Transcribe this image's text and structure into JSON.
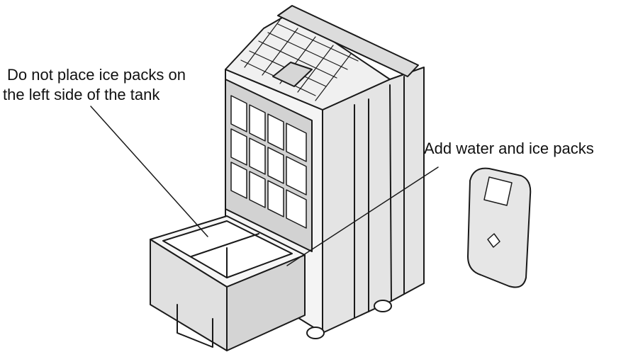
{
  "labels": {
    "left_line1": "Do not place ice packs on",
    "left_line2": "the left side of the tank",
    "right": "Add water and ice packs"
  },
  "colors": {
    "outline": "#1a1a1a",
    "panel_light": "#f2f2f2",
    "panel_mid": "#e2e2e2",
    "panel_dark": "#c9c9c9",
    "filter_grid": "#ffffff",
    "background": "#ffffff"
  },
  "icons": [
    "air-cooler-illustration",
    "water-tank-drawer",
    "ice-pack-illustration",
    "wheel-icon"
  ]
}
